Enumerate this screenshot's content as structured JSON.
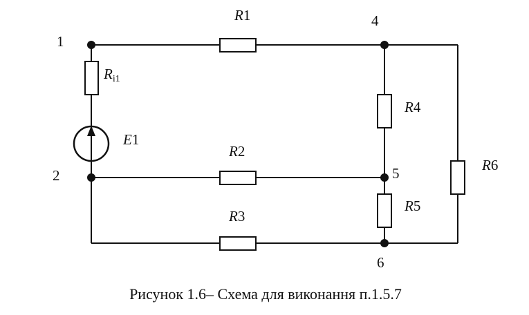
{
  "nodes": [
    "1",
    "2",
    "4",
    "5",
    "6"
  ],
  "resistors": {
    "r1": {
      "letter": "R",
      "num": "1"
    },
    "r2": {
      "letter": "R",
      "num": "2"
    },
    "r3": {
      "letter": "R",
      "num": "3"
    },
    "r4": {
      "letter": "R",
      "num": "4"
    },
    "r5": {
      "letter": "R",
      "num": "5"
    },
    "r6": {
      "letter": "R",
      "num": "6"
    },
    "ri1": {
      "letter": "R",
      "sub": "i1"
    }
  },
  "source": {
    "letter": "E",
    "num": "1"
  },
  "caption": "Рисунок 1.6– Схема для виконання п.1.5.7",
  "colors": {
    "line": "#111111",
    "background": "#ffffff"
  }
}
